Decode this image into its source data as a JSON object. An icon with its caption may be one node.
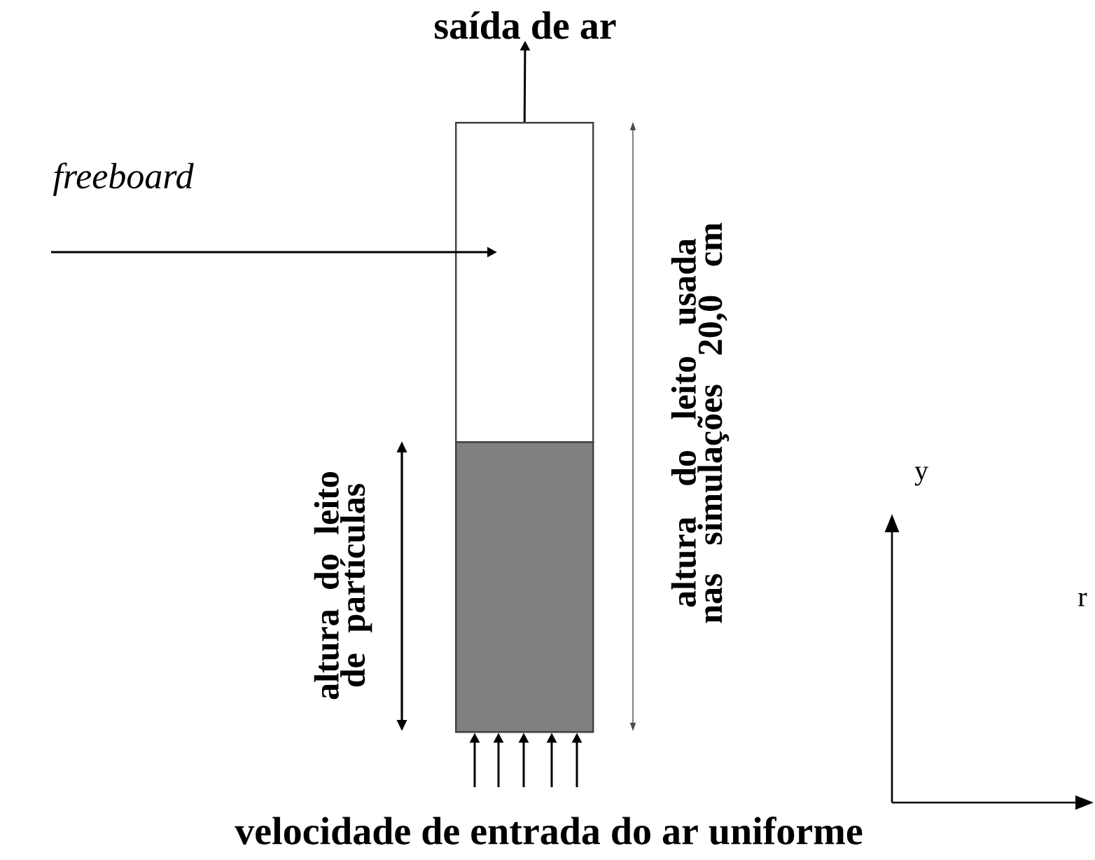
{
  "diagram": {
    "nodes": [
      {
        "text": [
          "saída de ar"
        ]
      },
      {
        "text": [
          "freeboard"
        ]
      },
      {
        "text": [],
        "shape": "box"
      },
      {
        "text": [],
        "shape": "box"
      }
    ],
    "edges": [
      {
        "from": 2,
        "to": 0,
        "arrow": "to"
      },
      {
        "from": 1,
        "to": 2,
        "arrow": "to"
      },
      {
        "from": null,
        "to": 3,
        "arrow": "to"
      },
      {
        "from": null,
        "to": 3,
        "arrow": "to"
      },
      {
        "from": null,
        "to": 3,
        "arrow": "to"
      },
      {
        "from": null,
        "to": 3,
        "arrow": "to"
      },
      {
        "from": null,
        "to": 3,
        "arrow": "to"
      }
    ],
    "labels": [
      "altura do leito de partículas",
      "altura do leito usada nas simulações 20,0 cm",
      "y",
      "r",
      "velocidade de entrada do ar uniforme"
    ]
  }
}
